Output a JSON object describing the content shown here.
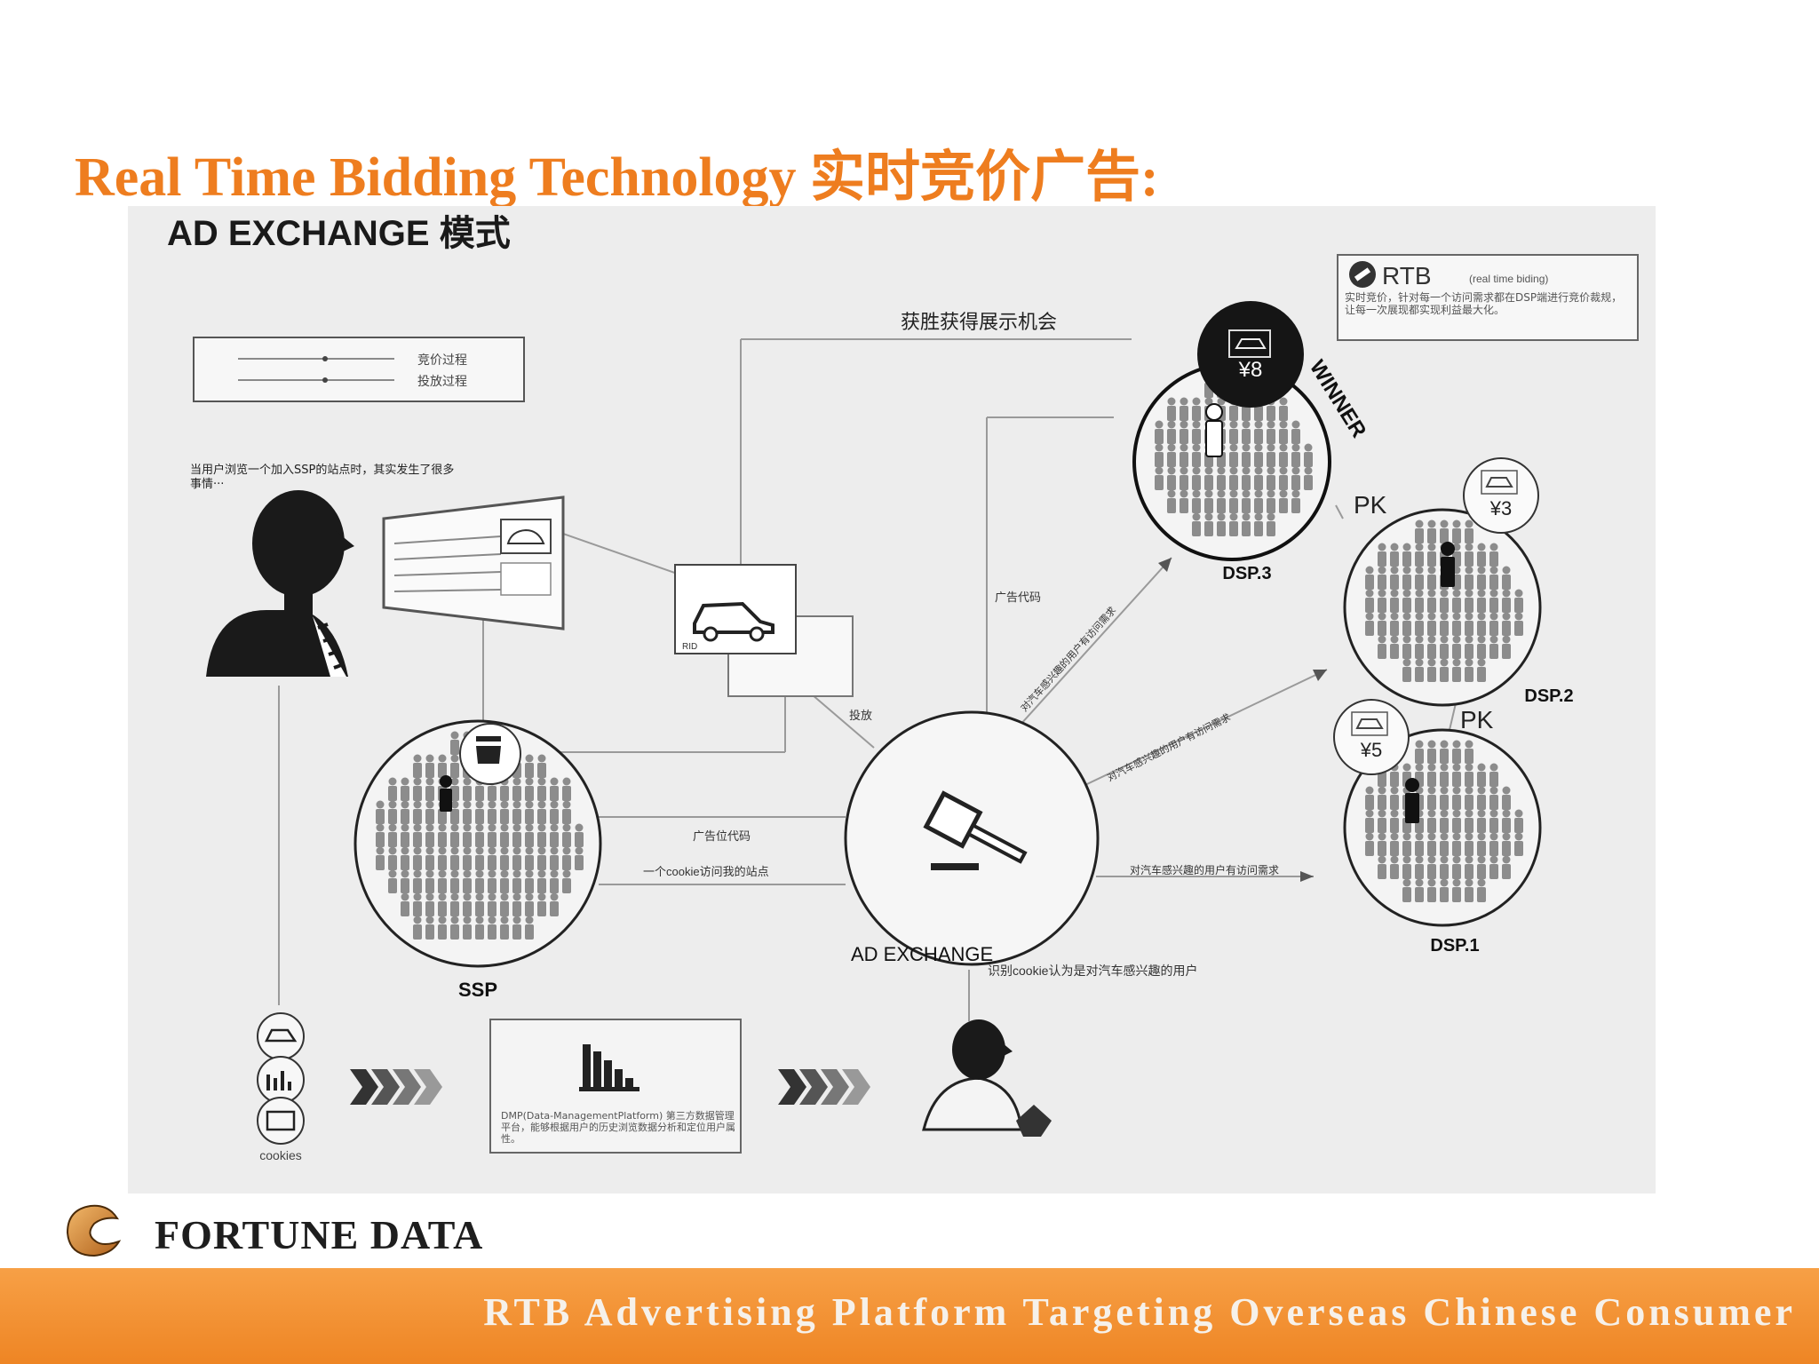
{
  "slide": {
    "title": "Real Time Bidding Technology 实时竞价广告:",
    "brand": "FORTUNE DATA",
    "footer": "RTB Advertising Platform Targeting Overseas Chinese Consumer"
  },
  "diagram": {
    "heading": "AD EXCHANGE 模式",
    "legend": {
      "bid_process": "竞价过程",
      "delivery_process": "投放过程"
    },
    "rtb_box": {
      "title": "RTB",
      "subtitle": "(real time biding)",
      "description": "实时竞价，针对每一个访问需求都在DSP端进行竞价裁规，让每一次展现都实现利益最大化。"
    },
    "user_note": "当用户浏览一个加入SSP的站点时，其实发生了很多事情···",
    "win_label": "获胜获得展示机会",
    "ad_code": "广告代码",
    "deliver": "投放",
    "rid": "RID",
    "ad_slot_code": "广告位代码",
    "cookie_visit": "一个cookie访问我的站点",
    "demand_dsp3": "对汽车感兴趣的用户有访问需求",
    "demand_dsp2": "对汽车感兴趣的用户有访问需求",
    "demand_dsp1": "对汽车感兴趣的用户有访问需求",
    "identify": "识别cookie认为是对汽车感兴趣的用户",
    "ssp": "SSP",
    "ad_exchange": "AD EXCHANGE",
    "winner": "WINNER",
    "pk": "PK",
    "dsp3": {
      "label": "DSP.3",
      "bid": "¥8"
    },
    "dsp2": {
      "label": "DSP.2",
      "bid": "¥3"
    },
    "dsp1": {
      "label": "DSP.1",
      "bid": "¥5"
    },
    "cookies": "cookies",
    "dmp": "DMP(Data-ManagementPlatform) 第三方数据管理平台，能够根据用户的历史浏览数据分析和定位用户属性。"
  }
}
